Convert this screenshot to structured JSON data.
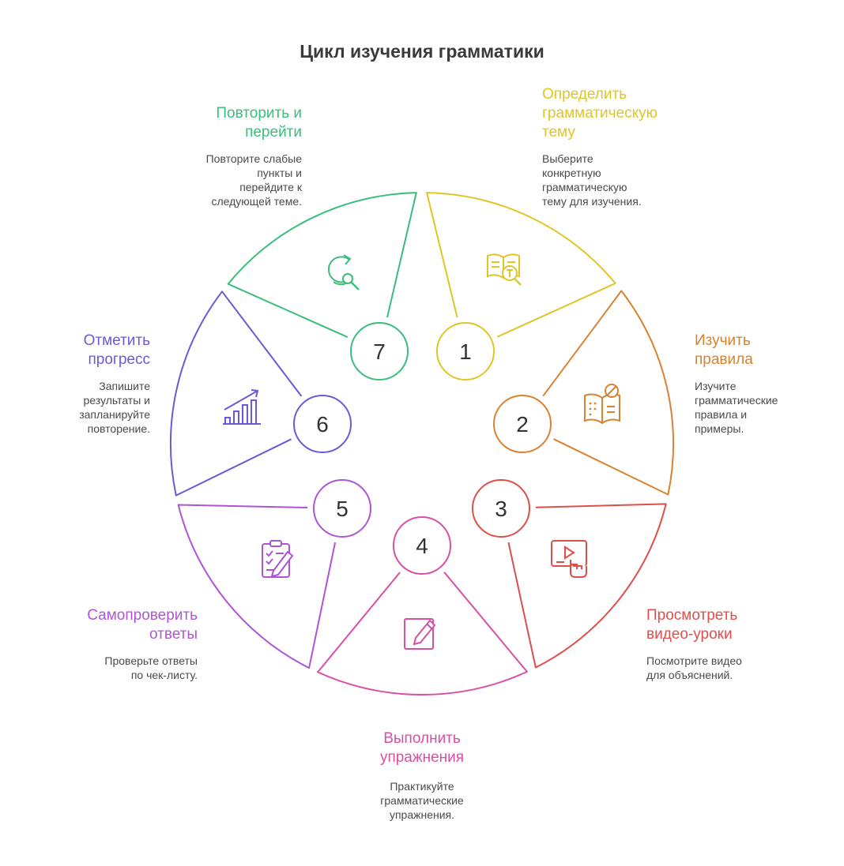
{
  "title": "Цикл изучения грамматики",
  "steps": [
    {
      "number": "1",
      "title_lines": [
        "Определить",
        "грамматическую",
        "тему"
      ],
      "desc_lines": [
        "Выберите",
        "конкретную",
        "грамматическую",
        "тему для изучения."
      ],
      "color": "#dfc626",
      "icon": "book-search-icon"
    },
    {
      "number": "2",
      "title_lines": [
        "Изучить",
        "правила"
      ],
      "desc_lines": [
        "Изучите",
        "грамматические",
        "правила и",
        "примеры."
      ],
      "color": "#d9822f",
      "icon": "open-book-icon"
    },
    {
      "number": "3",
      "title_lines": [
        "Просмотреть",
        "видео-уроки"
      ],
      "desc_lines": [
        "Посмотрите видео",
        "для объяснений."
      ],
      "color": "#df4f4a",
      "icon": "video-lesson-icon"
    },
    {
      "number": "4",
      "title_lines": [
        "Выполнить",
        "упражнения"
      ],
      "desc_lines": [
        "Практикуйте",
        "грамматические",
        "упражнения."
      ],
      "color": "#d94fa6",
      "icon": "edit-note-icon"
    },
    {
      "number": "5",
      "title_lines": [
        "Самопроверить",
        "ответы"
      ],
      "desc_lines": [
        "Проверьте ответы",
        "по чек-листу."
      ],
      "color": "#ae55d6",
      "icon": "checklist-icon"
    },
    {
      "number": "6",
      "title_lines": [
        "Отметить",
        "прогресс"
      ],
      "desc_lines": [
        "Запишите",
        "результаты и",
        "запланируйте",
        "повторение."
      ],
      "color": "#6a5ad8",
      "icon": "progress-chart-icon"
    },
    {
      "number": "7",
      "title_lines": [
        "Повторить и",
        "перейти"
      ],
      "desc_lines": [
        "Повторите слабые",
        "пункты и",
        "перейдите к",
        "следующей теме."
      ],
      "color": "#3bbd7b",
      "icon": "repeat-search-icon"
    }
  ]
}
